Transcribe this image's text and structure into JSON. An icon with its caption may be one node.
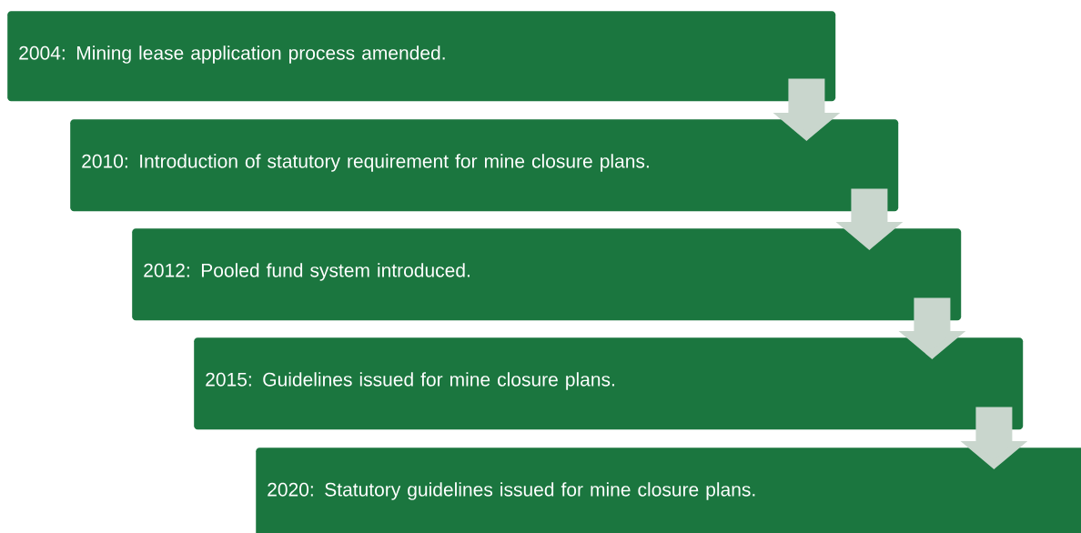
{
  "diagram": {
    "nodes": [
      {
        "text": [
          "2004: Mining lease application process amended."
        ]
      },
      {
        "text": [
          "2010: Introduction of statutory requirement for mine closure plans."
        ]
      },
      {
        "text": [
          "2012: Pooled fund system introduced."
        ]
      },
      {
        "text": [
          "2015: Guidelines issued for mine closure plans."
        ]
      },
      {
        "text": [
          "2020: Statutory guidelines issued for mine closure plans."
        ]
      }
    ],
    "edges": [
      {
        "from": 0,
        "to": 1,
        "arrow": "to"
      },
      {
        "from": 1,
        "to": 2,
        "arrow": "to"
      },
      {
        "from": 2,
        "to": 3,
        "arrow": "to"
      },
      {
        "from": 3,
        "to": 4,
        "arrow": "to"
      }
    ]
  }
}
